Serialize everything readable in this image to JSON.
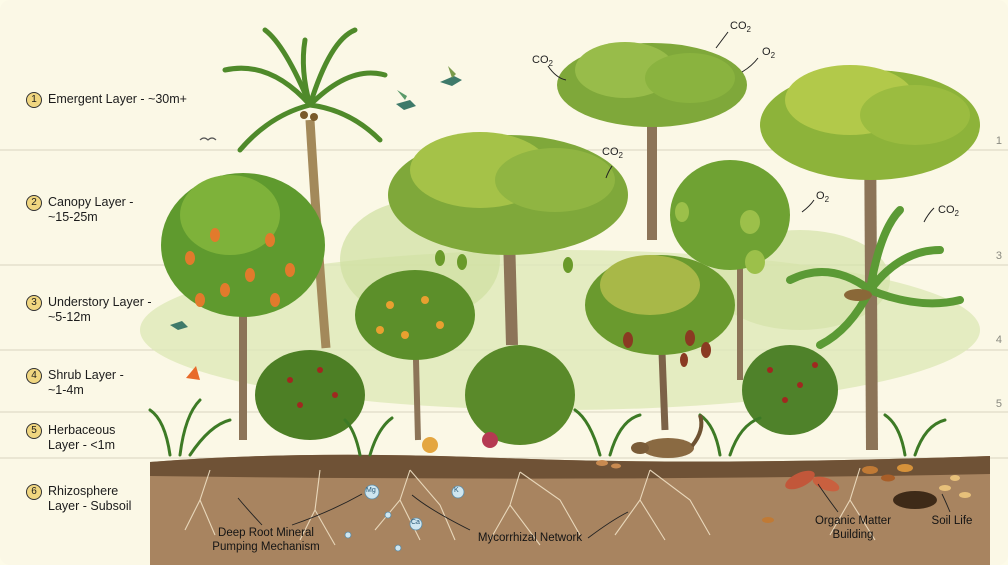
{
  "layers": [
    {
      "num": "1",
      "label": "Emergent Layer - ~30m+"
    },
    {
      "num": "2",
      "label": "Canopy Layer - ~15-25m"
    },
    {
      "num": "3",
      "label": "Understory Layer - ~5-12m"
    },
    {
      "num": "4",
      "label": "Shrub Layer - ~1-4m"
    },
    {
      "num": "5",
      "label": "Herbaceous Layer - <1m"
    },
    {
      "num": "6",
      "label": "Rhizosphere Layer - Subsoil"
    }
  ],
  "side_numbers": [
    "1",
    "3",
    "4",
    "5"
  ],
  "gas_labels": {
    "co2": "CO",
    "co2_sub": "2",
    "o2": "O",
    "o2_sub": "2"
  },
  "nutrient_labels": [
    "Mg",
    "K",
    "Ca"
  ],
  "annotations": {
    "deep_root": "Deep Root Mineral Pumping Mechanism",
    "mycorrhizal": "Mycorrhizal Network",
    "organic": "Organic Matter Building",
    "soil_life": "Soil Life"
  },
  "colors": {
    "background": "#fbf8e6",
    "soil": "#8a6a48",
    "foliage": "#6e9a2e",
    "badge": "#f0d680"
  }
}
